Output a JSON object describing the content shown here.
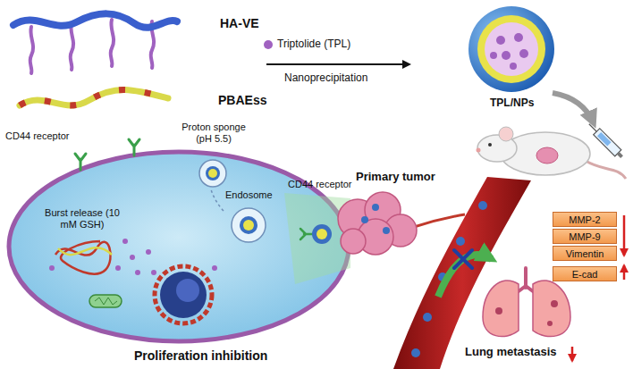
{
  "diagram": {
    "nodes": [
      {
        "text": [
          "MMP-2"
        ]
      },
      {
        "text": [
          "MMP-9"
        ]
      },
      {
        "text": [
          "Vimentin"
        ]
      },
      {
        "text": [
          "E-cad"
        ]
      }
    ],
    "labels": [
      "HA-VE",
      "PBAEss",
      "Triptolide (TPL)",
      "Nanoprecipitation",
      "TPL/NPs",
      "CD44 receptor",
      "Proton sponge (pH 5.5)",
      "Endosome",
      "Burst release (10 mM GSH)",
      "CD44 receptor",
      "Primary tumor",
      "Lung metastasis",
      "Proliferation inhibition"
    ]
  }
}
